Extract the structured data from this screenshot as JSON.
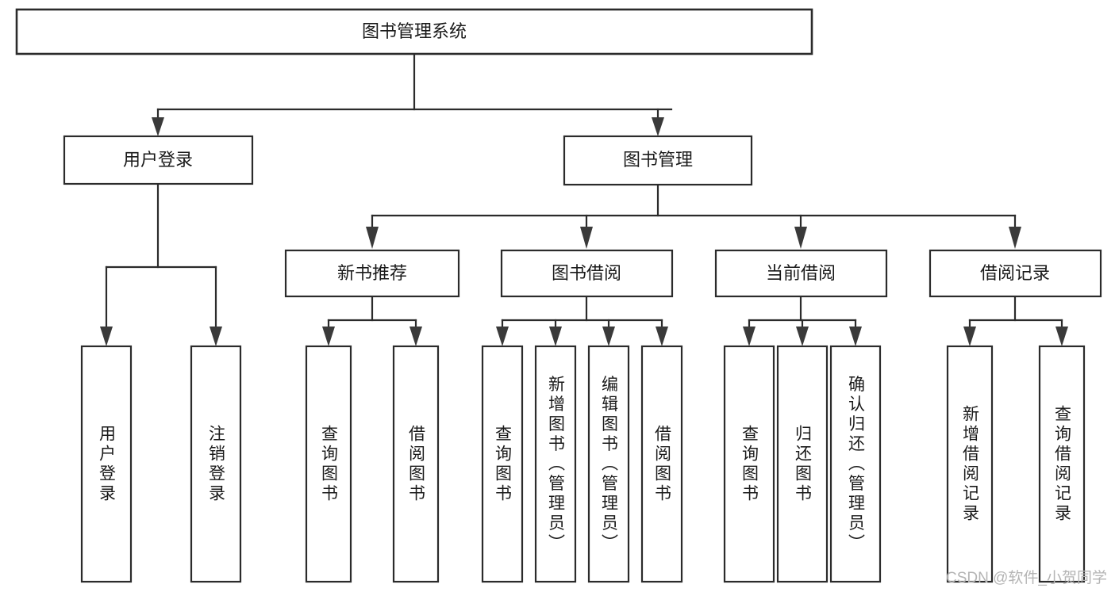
{
  "diagram": {
    "type": "tree-hierarchy",
    "title": "图书管理系统",
    "orientation": "top-down",
    "colors": {
      "stroke": "#2b2b2b",
      "fill": "#ffffff",
      "text": "#1a1a1a",
      "watermark": "#b4b4b4"
    },
    "levels": {
      "root": {
        "label": "图书管理系统"
      },
      "level1": [
        {
          "label": "用户登录"
        },
        {
          "label": "图书管理"
        }
      ],
      "level2": [
        {
          "label": "新书推荐"
        },
        {
          "label": "图书借阅"
        },
        {
          "label": "当前借阅"
        },
        {
          "label": "借阅记录"
        }
      ],
      "leaves": {
        "user_login": [
          {
            "label": "用户登录"
          },
          {
            "label": "注销登录"
          }
        ],
        "new_book_recommend": [
          {
            "label": "查询图书"
          },
          {
            "label": "借阅图书"
          }
        ],
        "book_borrow": [
          {
            "label": "查询图书"
          },
          {
            "label": "新增图书（管理员）"
          },
          {
            "label": "编辑图书（管理员）"
          },
          {
            "label": "借阅图书"
          }
        ],
        "current_borrow": [
          {
            "label": "查询图书"
          },
          {
            "label": "归还图书"
          },
          {
            "label": "确认归还（管理员）"
          }
        ],
        "borrow_records": [
          {
            "label": "新增借阅记录"
          },
          {
            "label": "查询借阅记录"
          }
        ]
      }
    }
  },
  "watermark": {
    "text": "CSDN @软件_小贺同学"
  }
}
